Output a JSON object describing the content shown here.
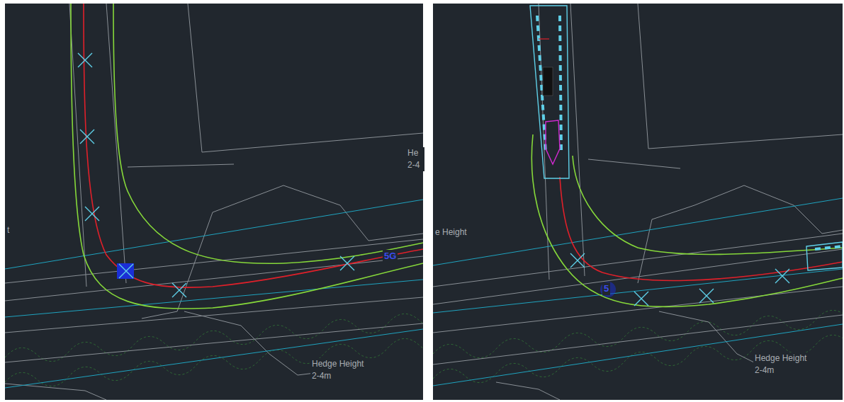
{
  "diagram": {
    "labels": [
      "t",
      "He 2-4",
      "Hedge Height 2-4m",
      "5G",
      "e Height",
      "Hedge Height 2-4m",
      "5"
    ]
  }
}
